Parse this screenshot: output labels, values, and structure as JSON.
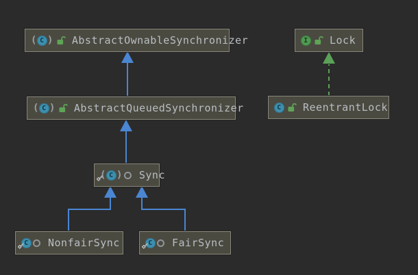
{
  "diagram": {
    "type": "uml-class-diagram",
    "theme": "darcula"
  },
  "colors": {
    "background": "#2b2b2b",
    "node_fill": "#4b4a41",
    "node_border": "#8a887c",
    "node_text": "#b9bec3",
    "extends_edge": "#4a86d2",
    "implements_edge": "#5ba158",
    "class_icon": "#3e8fad",
    "interface_icon": "#4f9b51",
    "lock_green": "#5fa456"
  },
  "glyphs": {
    "paren_left": "(",
    "paren_right": ")"
  },
  "nodes": [
    {
      "id": "abstract-ownable-synchronizer",
      "label": "AbstractOwnableSynchronizer",
      "kind": "abstract-class",
      "icon_letter": "C",
      "visibility": "public"
    },
    {
      "id": "lock",
      "label": "Lock",
      "kind": "interface",
      "icon_letter": "I",
      "visibility": "public"
    },
    {
      "id": "abstract-queued-synchronizer",
      "label": "AbstractQueuedSynchronizer",
      "kind": "abstract-class",
      "icon_letter": "C",
      "visibility": "public"
    },
    {
      "id": "reentrant-lock",
      "label": "ReentrantLock",
      "kind": "class",
      "icon_letter": "C",
      "visibility": "public"
    },
    {
      "id": "sync",
      "label": "Sync",
      "kind": "abstract-class",
      "icon_letter": "C",
      "visibility": "package-private",
      "overlay": "key"
    },
    {
      "id": "nonfair-sync",
      "label": "NonfairSync",
      "kind": "class",
      "icon_letter": "C",
      "visibility": "package-private",
      "overlay": "key"
    },
    {
      "id": "fair-sync",
      "label": "FairSync",
      "kind": "class",
      "icon_letter": "C",
      "visibility": "package-private",
      "overlay": "key"
    }
  ],
  "edges": [
    {
      "from": "AbstractQueuedSynchronizer",
      "to": "AbstractOwnableSynchronizer",
      "type": "extends"
    },
    {
      "from": "Sync",
      "to": "AbstractQueuedSynchronizer",
      "type": "extends"
    },
    {
      "from": "NonfairSync",
      "to": "Sync",
      "type": "extends"
    },
    {
      "from": "FairSync",
      "to": "Sync",
      "type": "extends"
    },
    {
      "from": "ReentrantLock",
      "to": "Lock",
      "type": "implements"
    }
  ]
}
